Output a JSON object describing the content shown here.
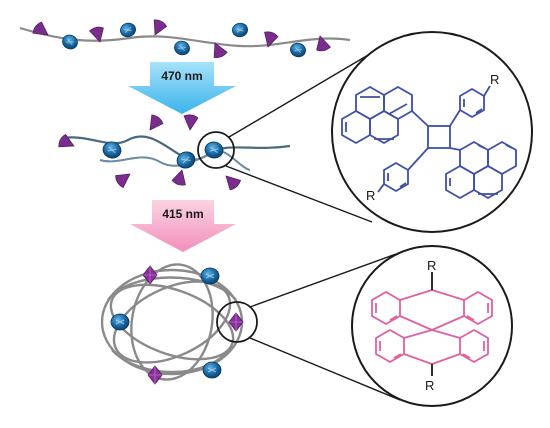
{
  "arrows": {
    "top_label": "470 nm",
    "bottom_label": "415 nm",
    "top_color": "#5cc6f0",
    "bottom_color": "#f5a6c8"
  },
  "zoom_top": {
    "substituent_1": "R",
    "substituent_2": "R"
  },
  "zoom_bottom": {
    "substituent_1": "R",
    "substituent_2": "R"
  },
  "colors": {
    "chain": "#8a8a8a",
    "chain_dark": "#4a6a80",
    "anthracene_blue": "#1b6fa8",
    "cone_purple": "#7b2d8e",
    "pink_structure": "#e0609e",
    "blue_structure": "#3e4fa8"
  },
  "icons": [
    "blue-chromophore-icon",
    "purple-cone-icon",
    "down-arrow-icon"
  ]
}
